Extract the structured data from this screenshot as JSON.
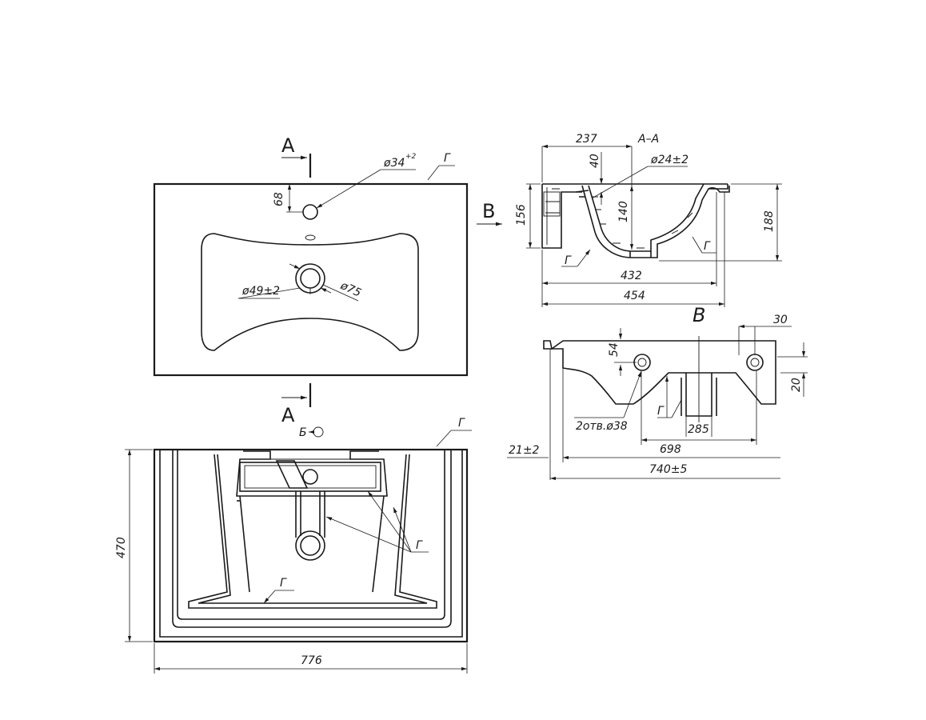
{
  "section_marks": {
    "a_top": "A",
    "a_bottom": "A",
    "b_arrow": "B"
  },
  "top_view": {
    "dim_68": "68",
    "dim_tap_hole": "ø34",
    "dim_tap_hole_tol": "+2",
    "dim_drain": "ø49±2",
    "dim_drain_outer": "ø75",
    "leader_g": "Г"
  },
  "section_aa": {
    "title": "А–А",
    "dim_237": "237",
    "dim_40": "40",
    "dim_overflow": "ø24±2",
    "dim_156": "156",
    "dim_140": "140",
    "dim_188": "188",
    "dim_432": "432",
    "dim_454": "454",
    "leader_g_left": "Г",
    "leader_g_right": "Г"
  },
  "view_b": {
    "title": "В",
    "dim_30": "30",
    "dim_54": "54",
    "dim_20": "20",
    "dim_holes": "2отв.ø38",
    "dim_285": "285",
    "dim_698": "698",
    "dim_21": "21±2",
    "dim_740": "740±5",
    "leader_g": "Г"
  },
  "bottom_view": {
    "mark_b": "Б",
    "leader_g_top": "Г",
    "leader_g_right": "Г",
    "leader_g_bottom": "Г",
    "dim_470": "470",
    "dim_776": "776"
  }
}
